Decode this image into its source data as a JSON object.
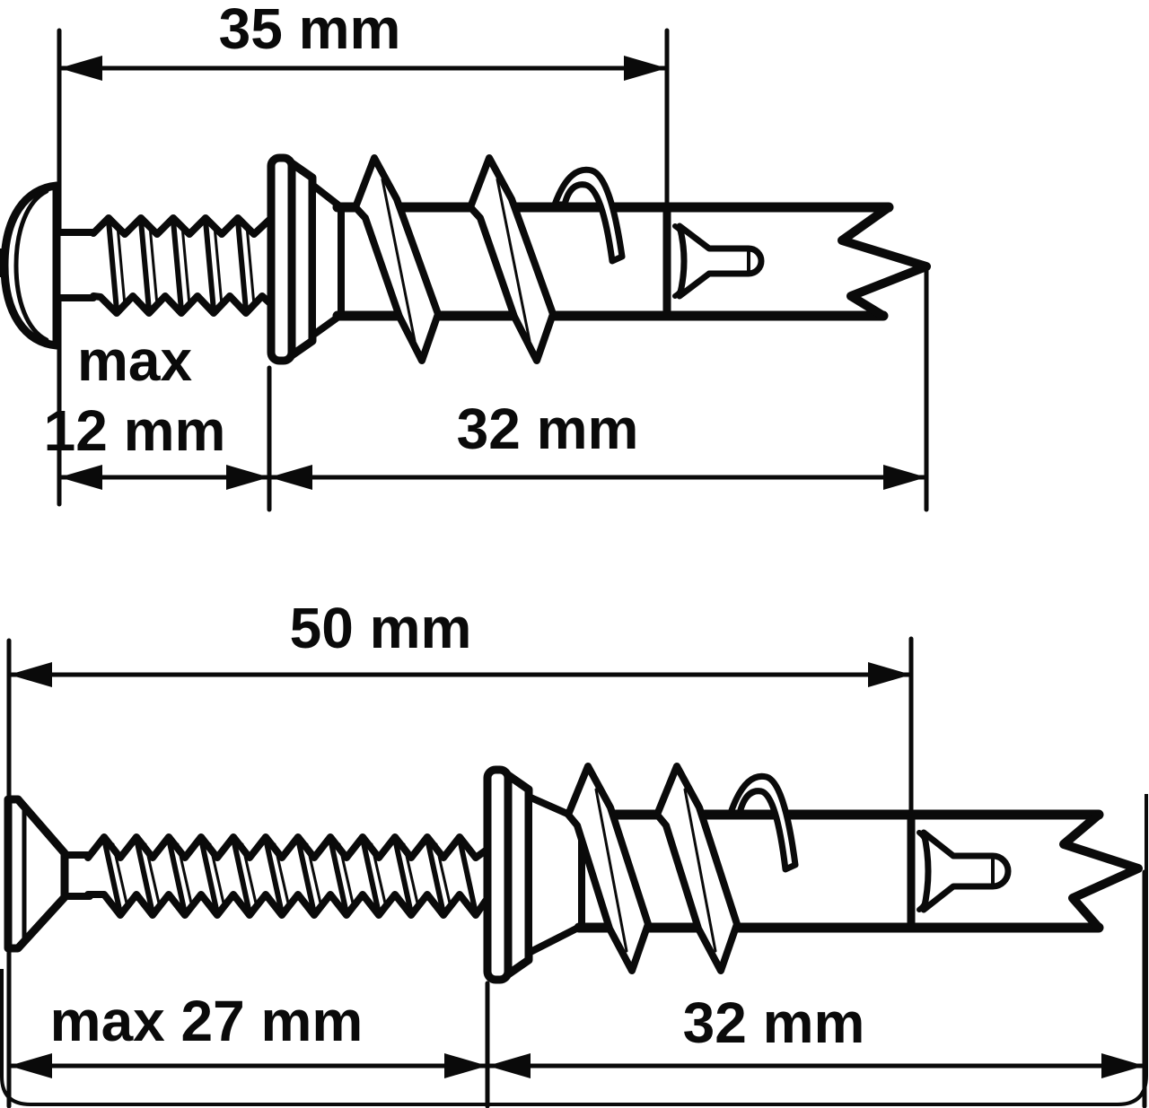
{
  "figure": {
    "title_semantic": "self-drilling-drywall-anchor-dimension-diagram",
    "colors": {
      "ink": "#0a0a0a",
      "background": "#ffffff"
    },
    "top": {
      "overall_dim": "35 mm",
      "grip_dim_line1": "max",
      "grip_dim_line2": "12 mm",
      "anchor_dim": "32 mm"
    },
    "bottom": {
      "overall_dim": "50 mm",
      "grip_dim": "max 27 mm",
      "anchor_dim": "32 mm"
    }
  }
}
